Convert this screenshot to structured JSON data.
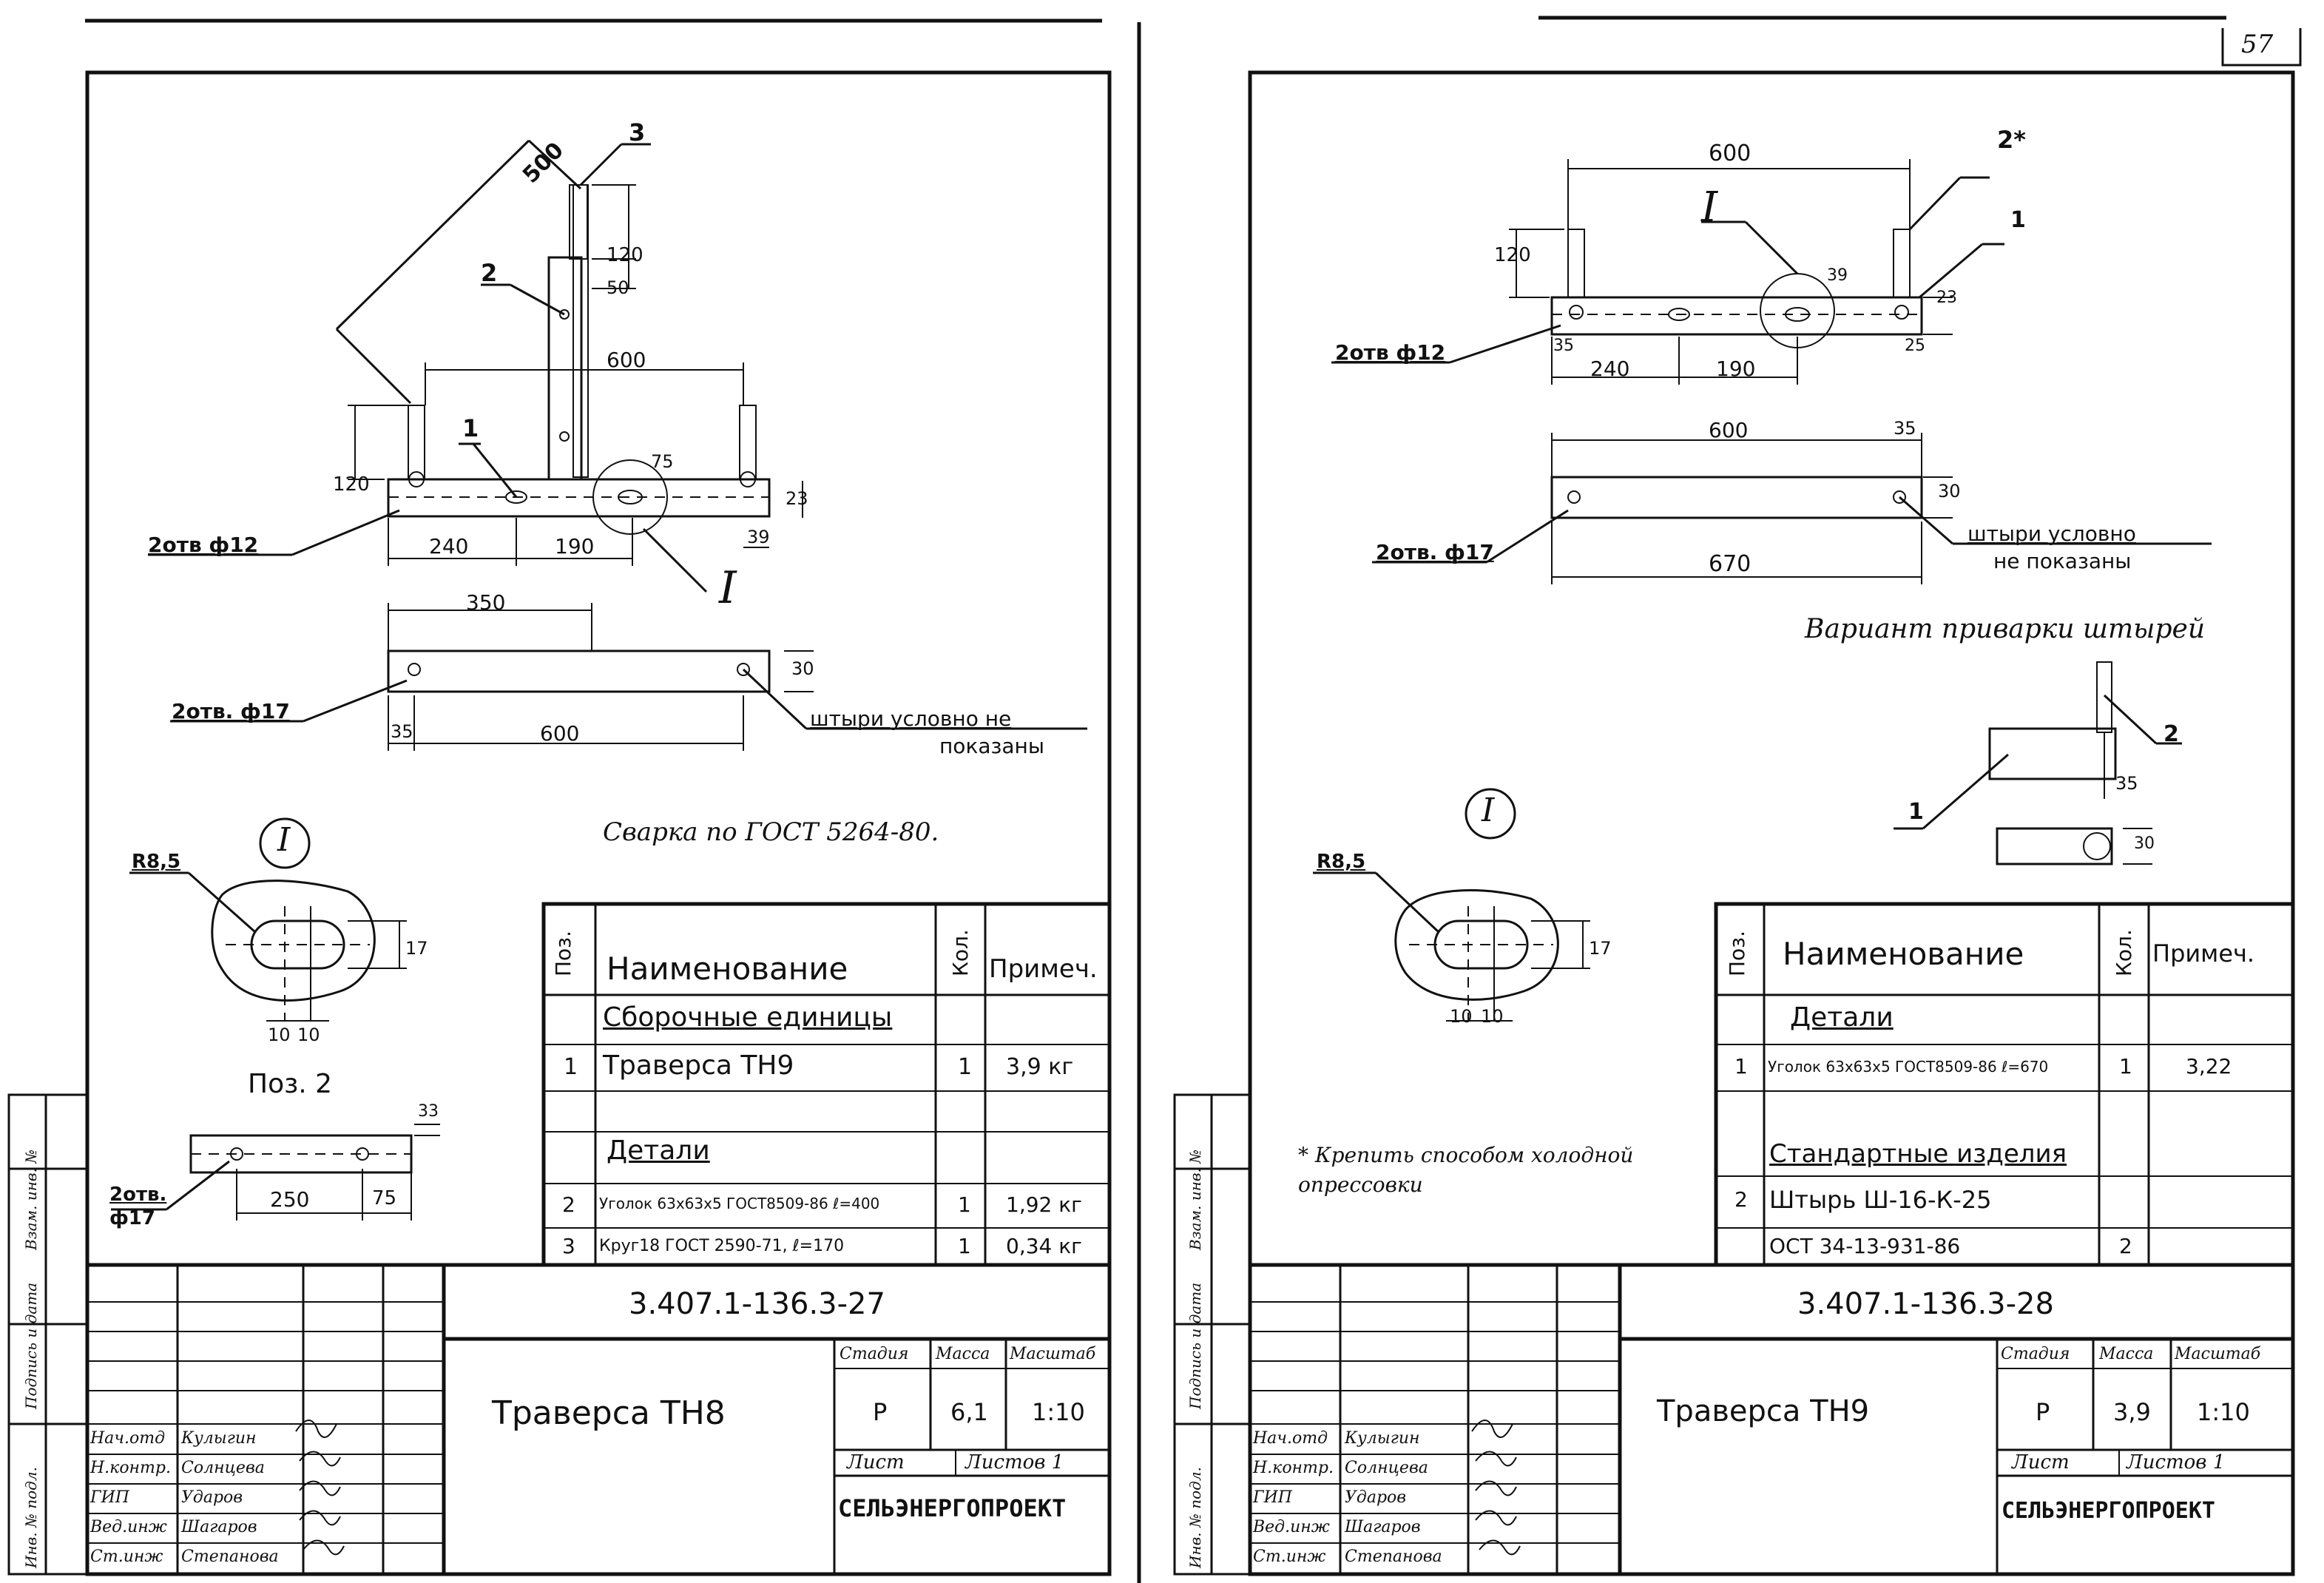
{
  "page_number": "57",
  "left": {
    "drawing": {
      "dim_500": "500",
      "callout_3": "3",
      "callout_2": "2",
      "callout_1": "1",
      "dim_120a": "120",
      "dim_50": "50",
      "dim_600": "600",
      "dim_120b": "120",
      "dim_75": "75",
      "dim_23": "23",
      "holes_12": "2отв ф12",
      "dim_240": "240",
      "dim_190": "190",
      "dim_39": "39",
      "roman_I": "I",
      "dim_350": "350",
      "dim_30": "30",
      "holes_17": "2отв. ф17",
      "dim_35": "35",
      "dim_600b": "600",
      "studs_note_1": "штыри условно не",
      "studs_note_2": "показаны",
      "weld_note": "Сварка по ГОСТ 5264-80.",
      "detail_I": "I",
      "r85": "R8,5",
      "dim_17": "17",
      "dim_10a": "10",
      "dim_10b": "10",
      "pos2": "Поз. 2",
      "dim_33": "33",
      "holes_pos2_a": "2отв.",
      "holes_pos2_b": "ф17",
      "dim_250": "250",
      "dim_75b": "75"
    },
    "spec": {
      "hdr_pos": "Поз.",
      "hdr_name": "Наименование",
      "hdr_qty": "Кол.",
      "hdr_note": "Примеч.",
      "sect1": "Сборочные единицы",
      "r1_pos": "1",
      "r1_name": "Траверса ТН9",
      "r1_qty": "1",
      "r1_note": "3,9 кг",
      "sect2": "Детали",
      "r2_pos": "2",
      "r2_name": "Уголок 63х63х5 ГОСТ8509-86 ℓ=400",
      "r2_qty": "1",
      "r2_note": "1,92 кг",
      "r3_pos": "3",
      "r3_name": "Круг18 ГОСТ 2590-71, ℓ=170",
      "r3_qty": "1",
      "r3_note": "0,34 кг"
    },
    "stamp": {
      "code": "3.407.1-136.3-27",
      "title": "Траверса ТН8",
      "h_stage": "Стадия",
      "h_mass": "Масса",
      "h_scale": "Масштаб",
      "stage": "Р",
      "mass": "6,1",
      "scale": "1:10",
      "sheet": "Лист",
      "sheets": "Листов 1",
      "org": "СЕЛЬЭНЕРГОПРОЕКТ",
      "roles": [
        "Нач.отд",
        "Н.контр.",
        "ГИП",
        "Вед.инж",
        "Ст.инж"
      ],
      "names": [
        "Кулыгин",
        "Солнцева",
        "Ударов",
        "Шагаров",
        "Степанова"
      ]
    },
    "side": [
      "Инв. № подл.",
      "Подпись и дата",
      "Взам. инв. №"
    ]
  },
  "right": {
    "drawing": {
      "dim_600": "600",
      "callout_2s": "2*",
      "callout_1": "1",
      "roman_I": "I",
      "dim_120": "120",
      "dim_39": "39",
      "dim_23": "23",
      "holes_12": "2отв ф12",
      "dim_35": "35",
      "dim_240": "240",
      "dim_190": "190",
      "dim_25": "25",
      "dim_600b": "600",
      "dim_35b": "35",
      "dim_30": "30",
      "holes_17": "2отв. ф17",
      "dim_670": "670",
      "studs_note_1": "штыри условно",
      "studs_note_2": "не показаны",
      "variant": "Вариант приварки штырей",
      "v_2": "2",
      "v_1": "1",
      "v_35": "35",
      "v_30": "30",
      "detail_I": "I",
      "r85": "R8,5",
      "dim_17": "17",
      "dim_10a": "10",
      "dim_10b": "10",
      "fix_note_1": "* Крепить способом холодной",
      "fix_note_2": "опрессовки"
    },
    "spec": {
      "hdr_pos": "Поз.",
      "hdr_name": "Наименование",
      "hdr_qty": "Кол.",
      "hdr_note": "Примеч.",
      "sect1": "Детали",
      "r1_pos": "1",
      "r1_name": "Уголок 63х63х5 ГОСТ8509-86 ℓ=670",
      "r1_qty": "1",
      "r1_note": "3,22",
      "sect2": "Стандартные изделия",
      "r2_pos": "2",
      "r2_name": "Штырь Ш-16-К-25",
      "r3_name": "ОСТ 34-13-931-86",
      "r3_qty": "2"
    },
    "stamp": {
      "code": "3.407.1-136.3-28",
      "title": "Траверса ТН9",
      "h_stage": "Стадия",
      "h_mass": "Масса",
      "h_scale": "Масштаб",
      "stage": "Р",
      "mass": "3,9",
      "scale": "1:10",
      "sheet": "Лист",
      "sheets": "Листов 1",
      "org": "СЕЛЬЭНЕРГОПРОЕКТ",
      "roles": [
        "Нач.отд",
        "Н.контр.",
        "ГИП",
        "Вед.инж",
        "Ст.инж"
      ],
      "names": [
        "Кулыгин",
        "Солнцева",
        "Ударов",
        "Шагаров",
        "Степанова"
      ]
    },
    "side": [
      "Инв. № подл.",
      "Подпись и дата",
      "Взам. инв. №"
    ]
  }
}
